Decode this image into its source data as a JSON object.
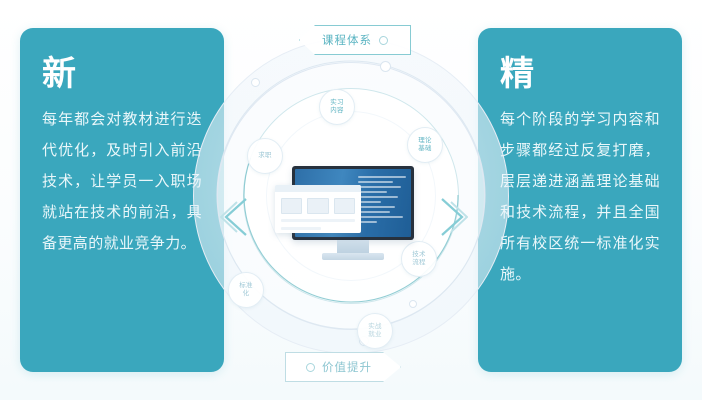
{
  "theme": {
    "panel_color": "#3aa7bd",
    "accent_color": "#5ab4c2",
    "ring_color": "#e2edf4",
    "screen_color": "#2e6fa8",
    "background_color": "#ffffff"
  },
  "panels": {
    "left": {
      "title": "新",
      "body": "每年都会对教材进行迭代优化，及时引入前沿技术，让学员一入职场就站在技术的前沿，具备更高的就业竞争力。"
    },
    "right": {
      "title": "精",
      "body": "每个阶段的学习内容和步骤都经过反复打磨，层层递进涵盖理论基础和技术流程，并且全国所有校区统一标准化实施。"
    }
  },
  "diagram": {
    "tag_top": "课程体系",
    "tag_bottom": "价值提升",
    "nodes": [
      {
        "id": "shixi-neirong",
        "label": "实习\n内容"
      },
      {
        "id": "lilun-jichu",
        "label": "理论\n基础"
      },
      {
        "id": "jishu-liucheng",
        "label": "技术\n流程"
      },
      {
        "id": "shizhan-jiuye",
        "label": "实战\n就业"
      },
      {
        "id": "biaozhunhua",
        "label": "标准化"
      },
      {
        "id": "qiuzhi",
        "label": "求职"
      }
    ],
    "center_icon": "desktop-monitor-with-code-editor",
    "arrow_left": "double-chevron-left",
    "arrow_right": "double-chevron-right"
  }
}
